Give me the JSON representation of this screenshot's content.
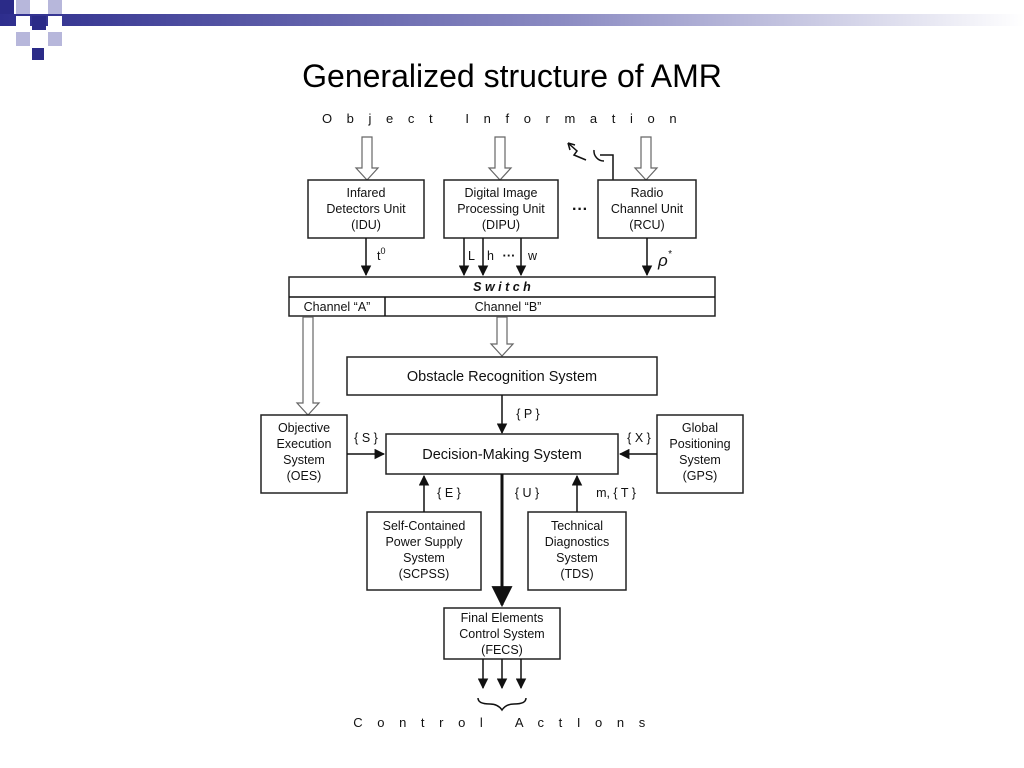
{
  "title": "Generalized structure of AMR",
  "inputs_label": "O b j e c t   I n f o r m a t i o n",
  "outputs_label": "C o n t r o l   A c t I o n s",
  "units": {
    "idu": [
      "Infared",
      "Detectors Unit",
      "(IDU)"
    ],
    "dipu": [
      "Digital Image",
      "Processing Unit",
      "(DIPU)"
    ],
    "rcu": [
      "Radio",
      "Channel Unit",
      "(RCU)"
    ],
    "ellipsis": "···"
  },
  "signals": {
    "t": "t",
    "t_sup": "0",
    "L": "L",
    "h": "h",
    "dots": "···",
    "w": "w",
    "rho": "ρ",
    "rho_sup": "*"
  },
  "switch": {
    "label": "S w i t c h",
    "channel_a": "Channel “A”",
    "channel_b": "Channel “B”"
  },
  "systems": {
    "ors": "Obstacle Recognition System",
    "dms": "Decision-Making System",
    "oes": [
      "Objective",
      "Execution",
      "System",
      "(OES)"
    ],
    "gps": [
      "Global",
      "Positioning",
      "System",
      "(GPS)"
    ],
    "scpss": [
      "Self-Contained",
      "Power Supply",
      "System",
      "(SCPSS)"
    ],
    "tds": [
      "Technical",
      "Diagnostics",
      "System",
      "(TDS)"
    ],
    "fecs": [
      "Final Elements",
      "Control System",
      "(FECS)"
    ]
  },
  "flows": {
    "p": "{ P }",
    "s": "{ S }",
    "x": "{ X }",
    "e": "{ E }",
    "u": "{ U }",
    "mt": "m, { T }"
  },
  "colors": {
    "banner_start": "#2e2e8e",
    "banner_end": "#ffffff",
    "square_dark": "#2b2b88",
    "square_light": "#b7b7db"
  }
}
